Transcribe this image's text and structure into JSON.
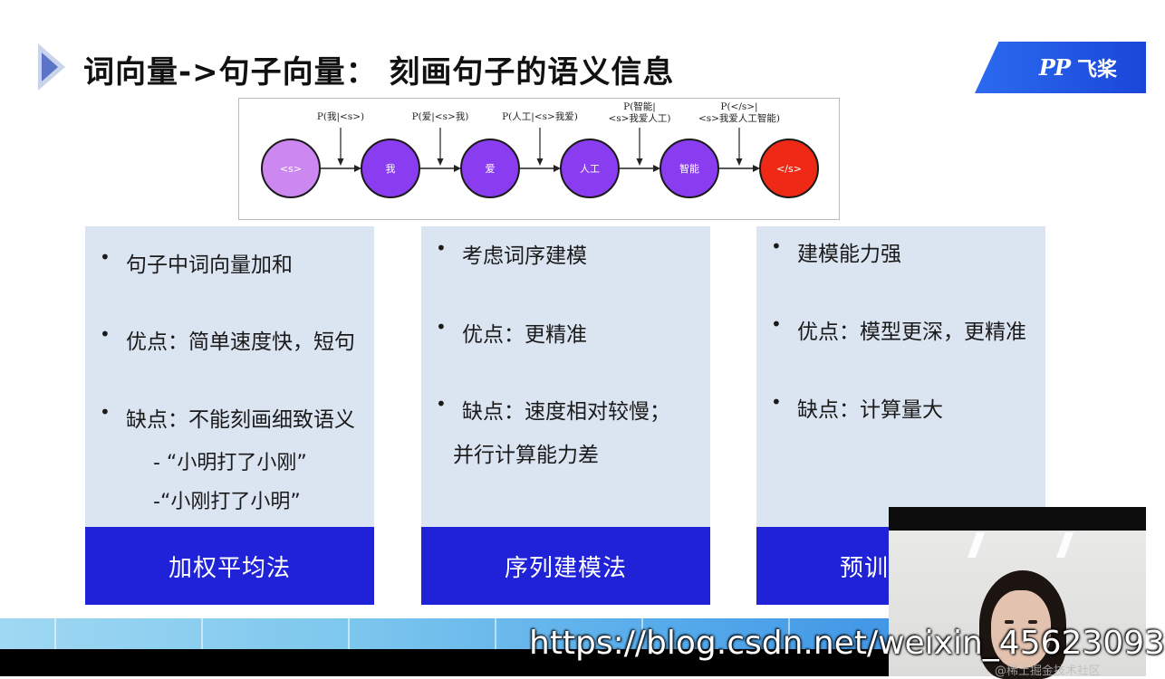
{
  "slide": {
    "title": "词向量->句子向量： 刻画句子的语义信息",
    "brand": {
      "mark": "PP",
      "name": "飞桨"
    }
  },
  "diagram": {
    "nodes": [
      {
        "label": "<s>",
        "color": "#cc88f0"
      },
      {
        "label": "我",
        "color": "#8a3cf0"
      },
      {
        "label": "爱",
        "color": "#8a3cf0"
      },
      {
        "label": "人工",
        "color": "#8a3cf0"
      },
      {
        "label": "智能",
        "color": "#8a3cf0"
      },
      {
        "label": "</s>",
        "color": "#ee2a16"
      }
    ],
    "probs": [
      [
        "P(我|<s>)"
      ],
      [
        "P(爱|<s>我)"
      ],
      [
        "P(人工|<s>我爱)"
      ],
      [
        "P(智能|",
        "<s>我爱人工)"
      ],
      [
        "P(</s>|",
        "<s>我爱人工智能)"
      ]
    ]
  },
  "cards": [
    {
      "bullets": [
        "句子中词向量加和",
        "优点：简单速度快，短句",
        "缺点：不能刻画细致语义"
      ],
      "subs": [
        "-  “小明打了小刚”",
        "-“小刚打了小明”"
      ],
      "footer": "加权平均法"
    },
    {
      "bullets": [
        "考虑词序建模",
        "优点：更精准",
        "缺点：速度相对较慢；"
      ],
      "extra": "并行计算能力差",
      "footer": "序列建模法"
    },
    {
      "bullets": [
        " 建模能力强",
        "优点：模型更深，更精准",
        "缺点：计算量大"
      ],
      "footer": "预训"
    }
  ],
  "overlay": {
    "url": "https://blog.csdn.net/weixin_45623093",
    "small": "@稀土掘金技术社区"
  }
}
